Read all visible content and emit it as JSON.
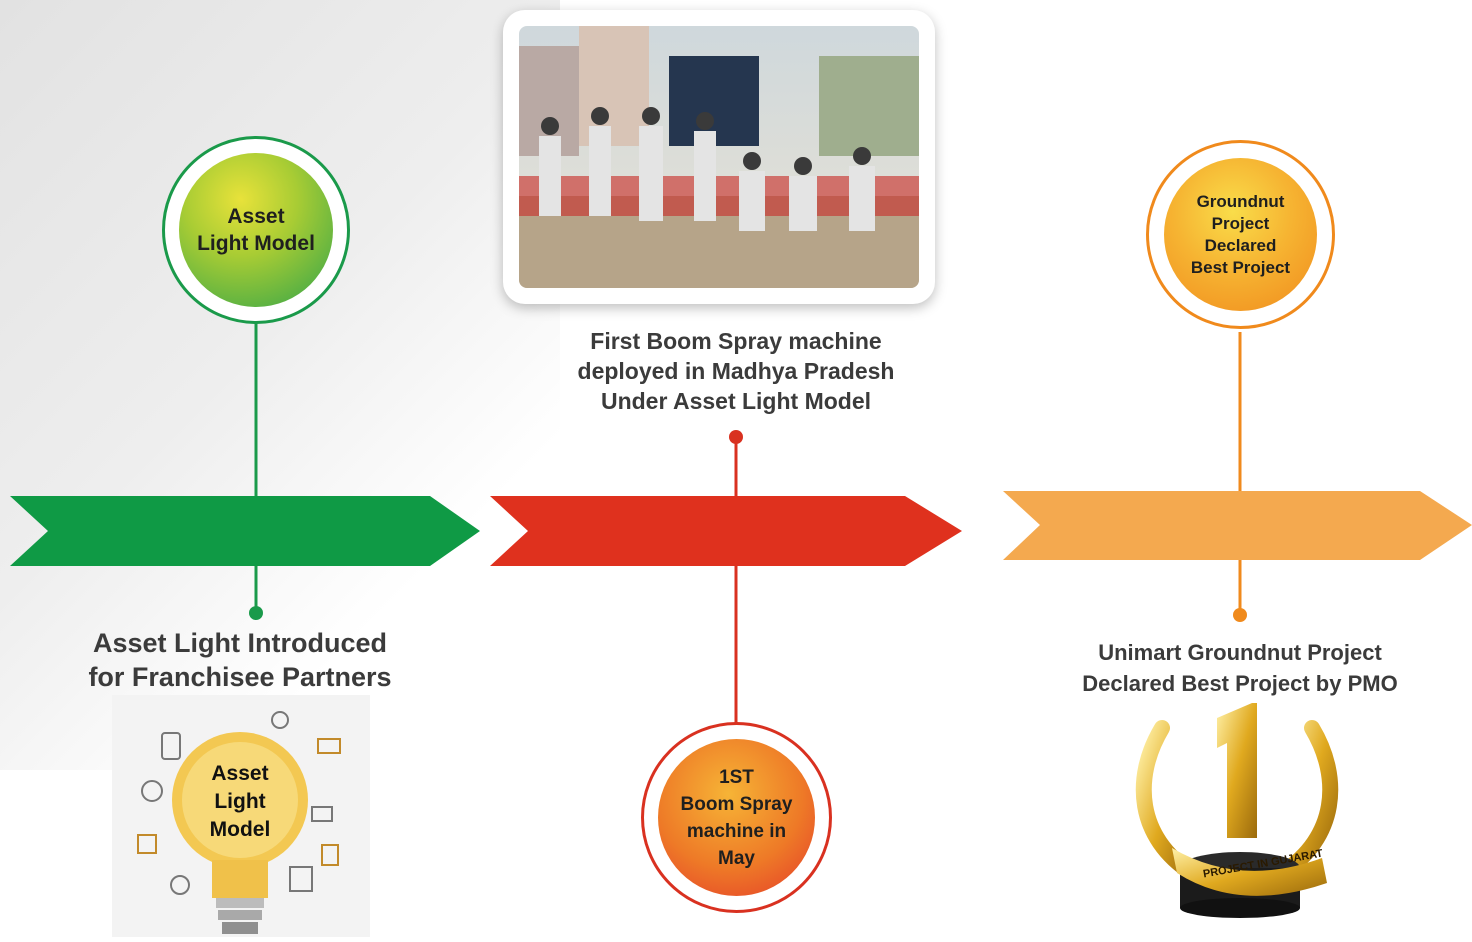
{
  "milestones": [
    {
      "circle_text": "Asset\nLight Model",
      "caption": "Asset Light Introduced\nfor Franchisee Partners",
      "illustration_text": "Asset\nLight\nModel",
      "color": "#0f9a45"
    },
    {
      "caption": "First Boom Spray machine\ndeployed in Madhya Pradesh\nUnder Asset Light Model",
      "circle_text": "1ST\nBoom Spray\nmachine in\nMay",
      "color": "#d93120"
    },
    {
      "circle_text": "Groundnut\nProject\nDeclared\nBest Project",
      "caption": "Unimart Groundnut Project\nDeclared Best Project by PMO",
      "trophy_text": "PROJECT IN GUJARAT",
      "color": "#f0a64d"
    }
  ],
  "icons": {
    "photo": "boom-spray-deployment-photo",
    "bulb": "lightbulb-icon",
    "trophy": "trophy-icon"
  }
}
